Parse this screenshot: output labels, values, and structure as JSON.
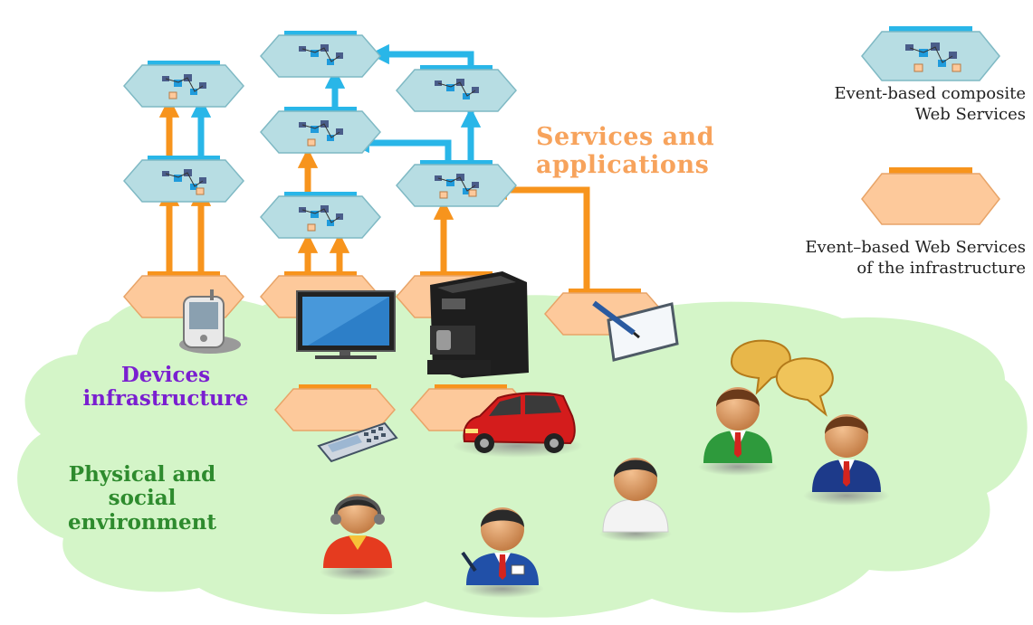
{
  "labels": {
    "services": [
      "Services and",
      "applications"
    ],
    "devices": [
      "Devices",
      "infrastructure"
    ],
    "physical": [
      "Physical and",
      "social",
      "environment"
    ]
  },
  "legend": {
    "composite": [
      "Event-based composite",
      "Web Services"
    ],
    "infrastructure": [
      "Event–based Web Services",
      "of the infrastructure"
    ]
  },
  "colors": {
    "composite_fill": "#b7dde3",
    "composite_bar": "#29b6e8",
    "infra_fill": "#fdc99b",
    "infra_bar": "#f7941d",
    "cloud": "#d4f5c8",
    "services_text": "#f7a35c",
    "devices_text": "#7a1fd0",
    "physical_text": "#2e8b2e"
  },
  "icons": [
    "pda-icon",
    "monitor-icon",
    "coffee-machine-icon",
    "tablet-pen-icon",
    "mobile-phone-icon",
    "car-icon",
    "person-icon",
    "speech-bubbles-icon"
  ]
}
